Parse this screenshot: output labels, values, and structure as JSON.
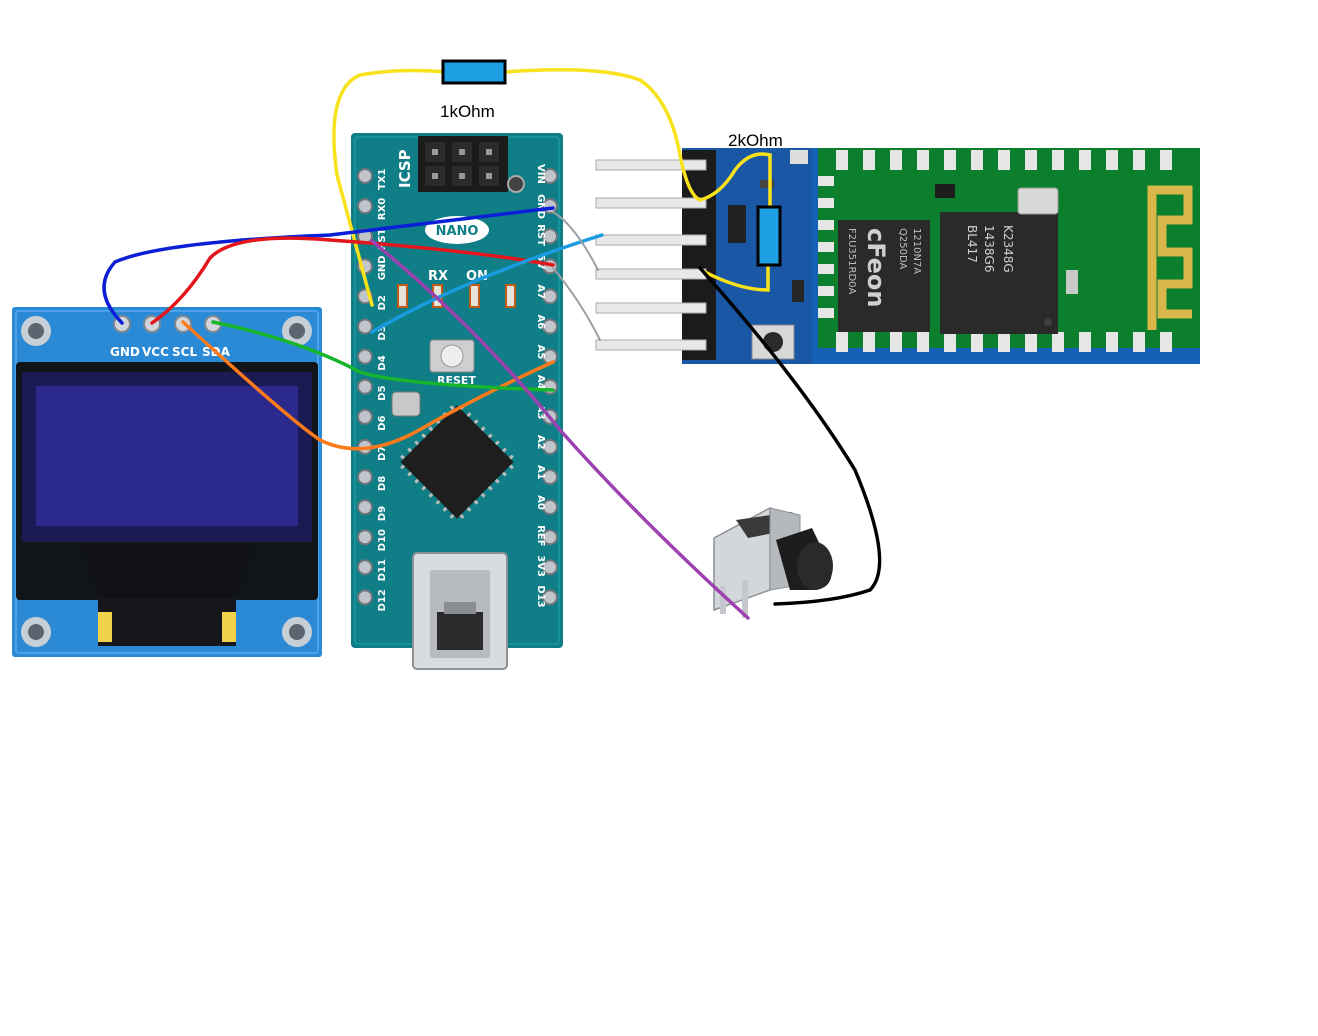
{
  "labels": {
    "resistor_1": "1kOhm",
    "resistor_2": "2kOhm"
  },
  "oled": {
    "pins": [
      "GND",
      "VCC",
      "SCL",
      "SDA"
    ]
  },
  "nano": {
    "icsp": "ICSP",
    "name": "NANO",
    "led_rx": "RX",
    "led_on": "ON",
    "reset": "RESET",
    "left_pins": [
      "TX1",
      "RX0",
      "RST",
      "GND",
      "D2",
      "D3",
      "D4",
      "D5",
      "D6",
      "D7",
      "D8",
      "D9",
      "D10",
      "D11",
      "D12"
    ],
    "right_pins": [
      "VIN",
      "GND",
      "RST",
      "5V",
      "A7",
      "A6",
      "A5",
      "A4",
      "A3",
      "A2",
      "A1",
      "A0",
      "REF",
      "3V3",
      "D13"
    ]
  },
  "bluetooth": {
    "chip_brand": "cFeon",
    "chip_text_1": "F2U351RD0A",
    "chip_text_2": "Q250DA",
    "chip_text_3": "1210N7A",
    "main_text_1": "1438G6",
    "main_text_2": "K2348G",
    "main_text_3": "BL417"
  },
  "colors": {
    "gnd_wire": "#0a1fd6",
    "vcc_wire": "#e3161b",
    "scl_wire": "#ff7a1a",
    "sda_wire": "#16b52c",
    "tx_wire": "#1a9be0",
    "button_wire": "#9b42b0",
    "button_gnd_wire": "#000000",
    "resistor_wire": "#f7e21b",
    "resistor_body": "#1c9fe3"
  }
}
